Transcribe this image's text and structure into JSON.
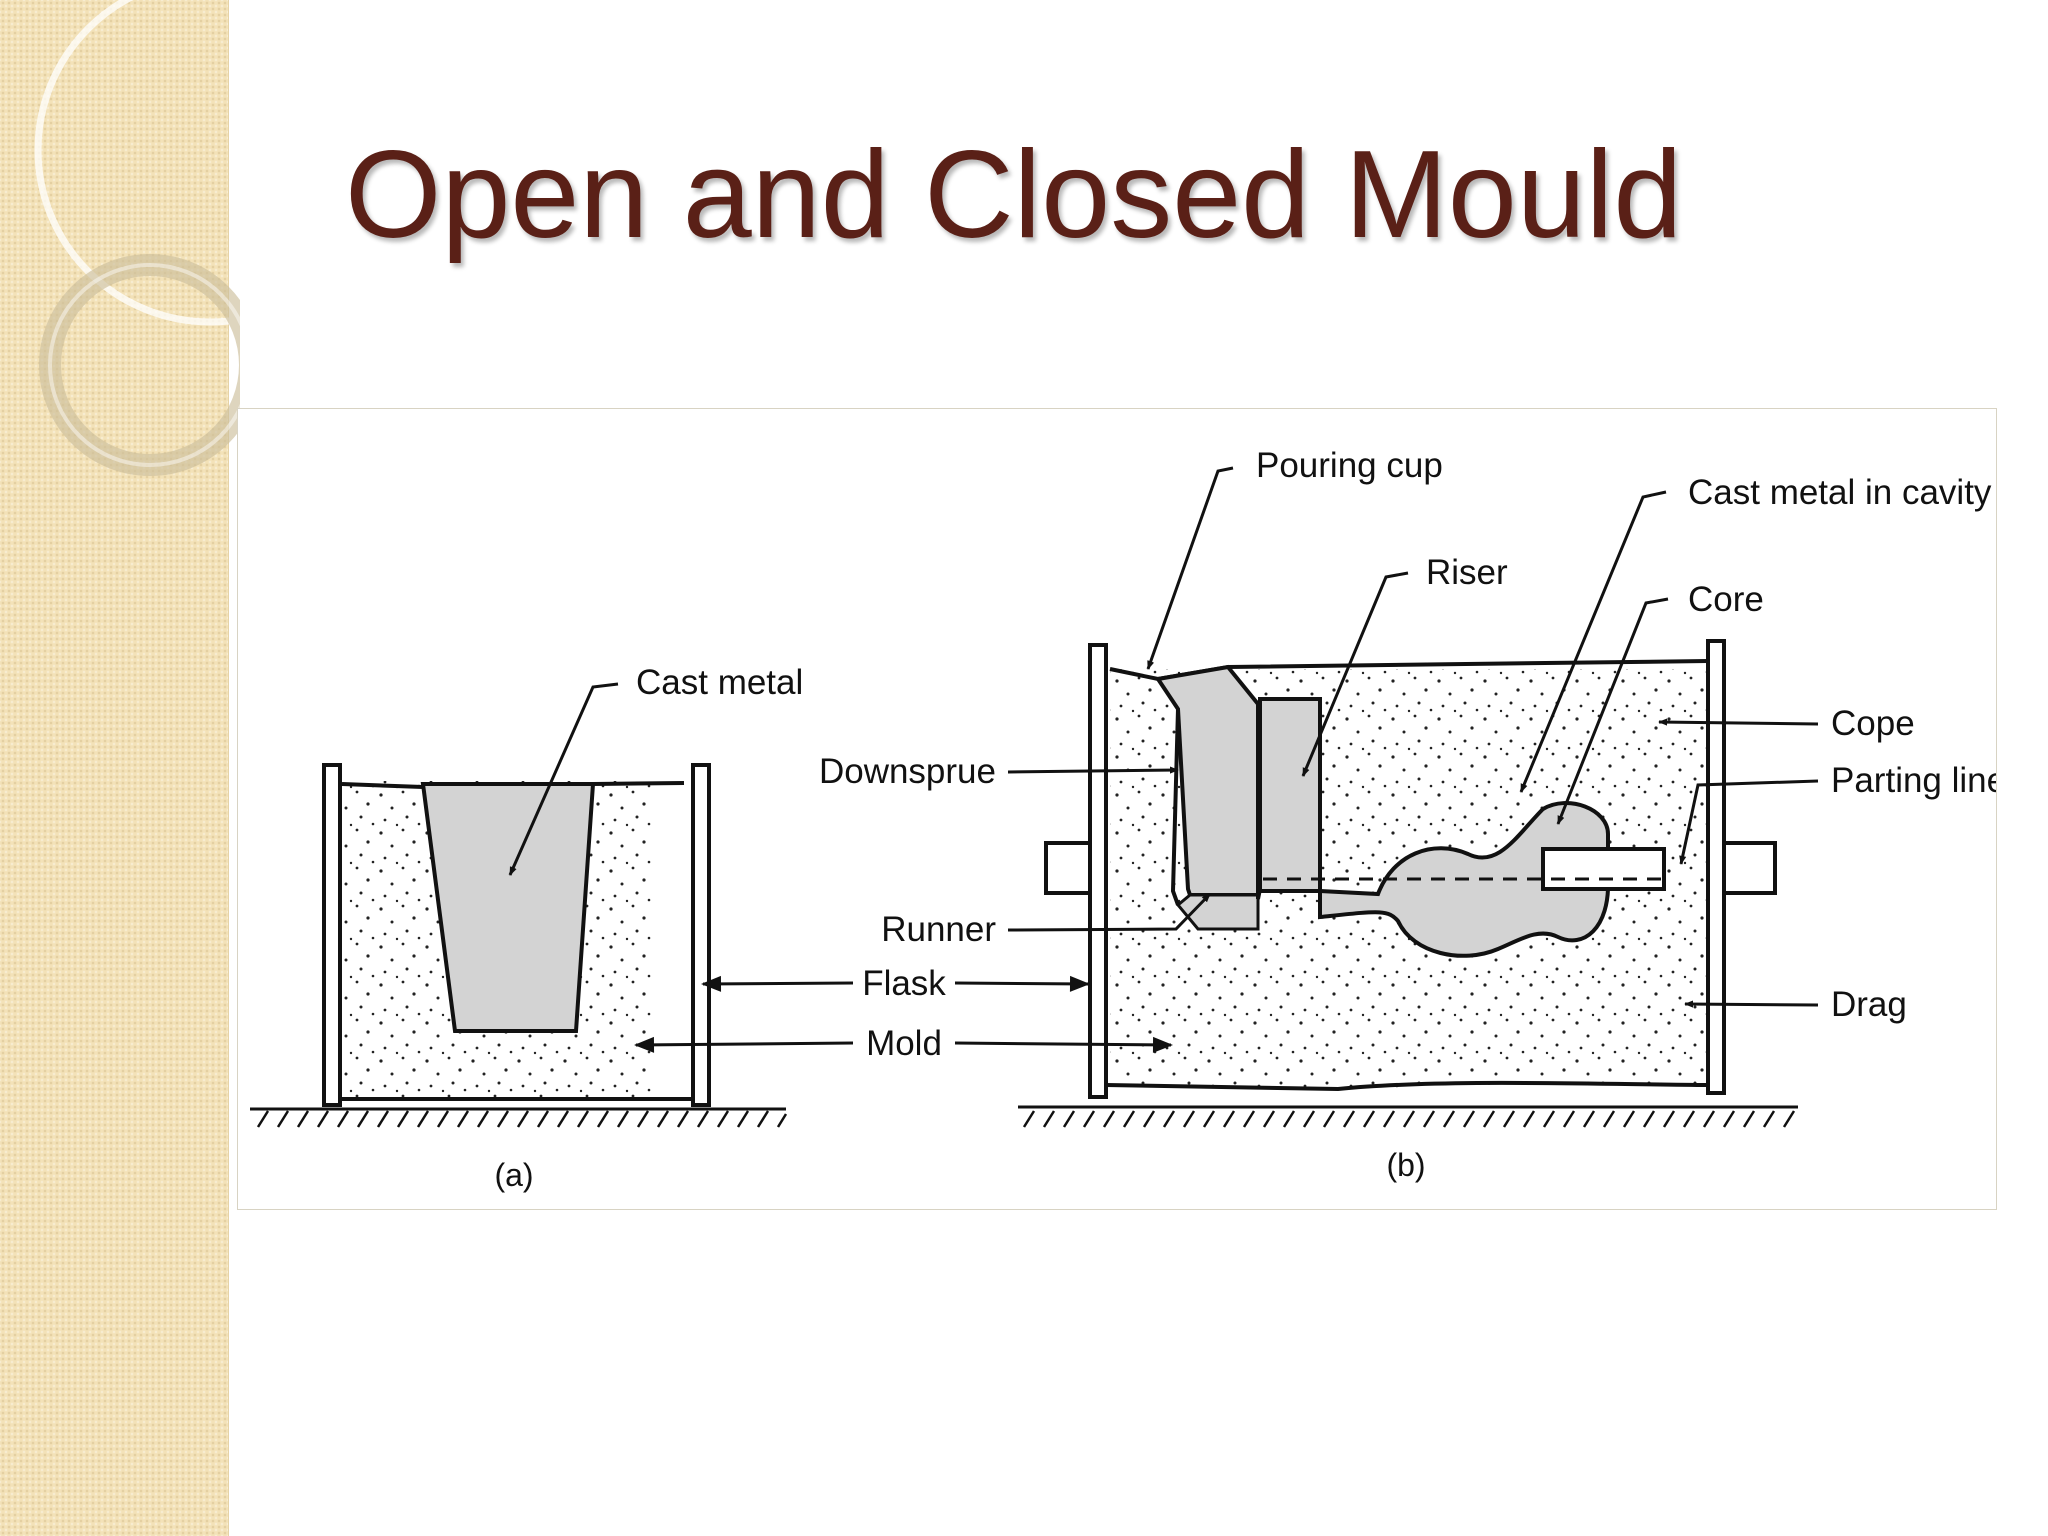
{
  "slide": {
    "title": "Open and Closed Mould"
  },
  "figure": {
    "labels": {
      "cast_metal": "Cast metal",
      "pouring_cup": "Pouring cup",
      "riser": "Riser",
      "cast_metal_in_cavity": "Cast metal in cavity",
      "core": "Core",
      "downsprue": "Downsprue",
      "cope": "Cope",
      "parting_line": "Parting line",
      "runner": "Runner",
      "flask": "Flask",
      "drag": "Drag",
      "mold": "Mold"
    },
    "captions": {
      "a": "(a)",
      "b": "(b)"
    }
  },
  "colors": {
    "title": "#5a2017",
    "sidebar": "#f3e2b8",
    "metal_fill": "#c8c8c8",
    "line": "#111111"
  }
}
